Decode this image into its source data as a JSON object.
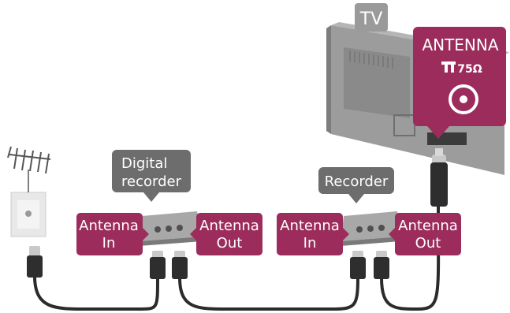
{
  "tv": {
    "tag": "TV"
  },
  "antenna_port": {
    "title": "ANTENNA",
    "impedance": "75Ω",
    "icons": [
      "coax-socket-icon",
      "antenna-symbol-icon"
    ]
  },
  "digital_recorder": {
    "line1": "Digital",
    "line2": "recorder"
  },
  "recorder": {
    "label": "Recorder"
  },
  "connectors": {
    "left_in": {
      "line1": "Antenna",
      "line2": "In"
    },
    "left_out": {
      "line1": "Antenna",
      "line2": "Out"
    },
    "right_in": {
      "line1": "Antenna",
      "line2": "In"
    },
    "right_out": {
      "line1": "Antenna",
      "line2": "Out"
    }
  },
  "colors": {
    "magenta_label": "#9b2c5c",
    "gray_label": "#6d6d6d",
    "tv_gray": "#9a9a9a",
    "cable": "#2b2b2b"
  }
}
